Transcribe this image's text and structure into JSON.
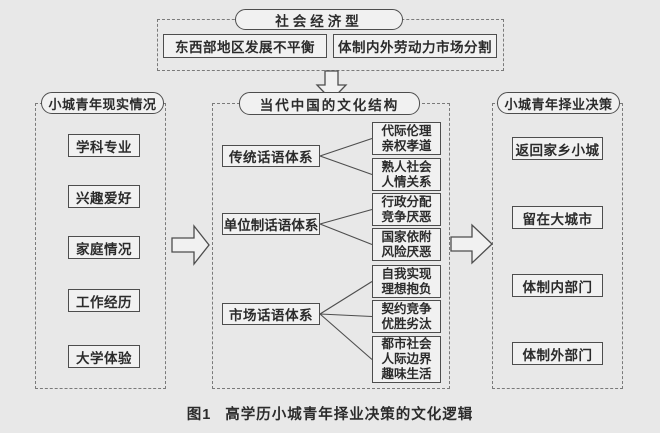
{
  "top": {
    "title": "社会经济型",
    "factors": [
      "东西部地区发展不平衡",
      "体制内外劳动力市场分割"
    ]
  },
  "left": {
    "title": "小城青年现实情况",
    "items": [
      "学科专业",
      "兴趣爱好",
      "家庭情况",
      "工作经历",
      "大学体验"
    ]
  },
  "middle": {
    "title": "当代中国的文化结构",
    "systems": [
      "传统话语体系",
      "单位制话语体系",
      "市场话语体系"
    ],
    "leaves": [
      "代际伦理\n亲权孝道",
      "熟人社会\n人情关系",
      "行政分配\n竞争厌恶",
      "国家依附\n风险厌恶",
      "自我实现\n理想抱负",
      "契约竞争\n优胜劣汰",
      "都市社会\n人际边界\n趣味生活"
    ]
  },
  "right": {
    "title": "小城青年择业决策",
    "items": [
      "返回家乡小城",
      "留在大城市",
      "体制内部门",
      "体制外部门"
    ]
  },
  "caption": {
    "label": "图1",
    "text": "高学历小城青年择业决策的文化逻辑"
  },
  "colors": {
    "background": "#e8e8e8",
    "box_fill": "#f1f1f1",
    "border": "#4d4d4d",
    "dash": "#7a7a7a",
    "text": "#2b2b2b"
  }
}
